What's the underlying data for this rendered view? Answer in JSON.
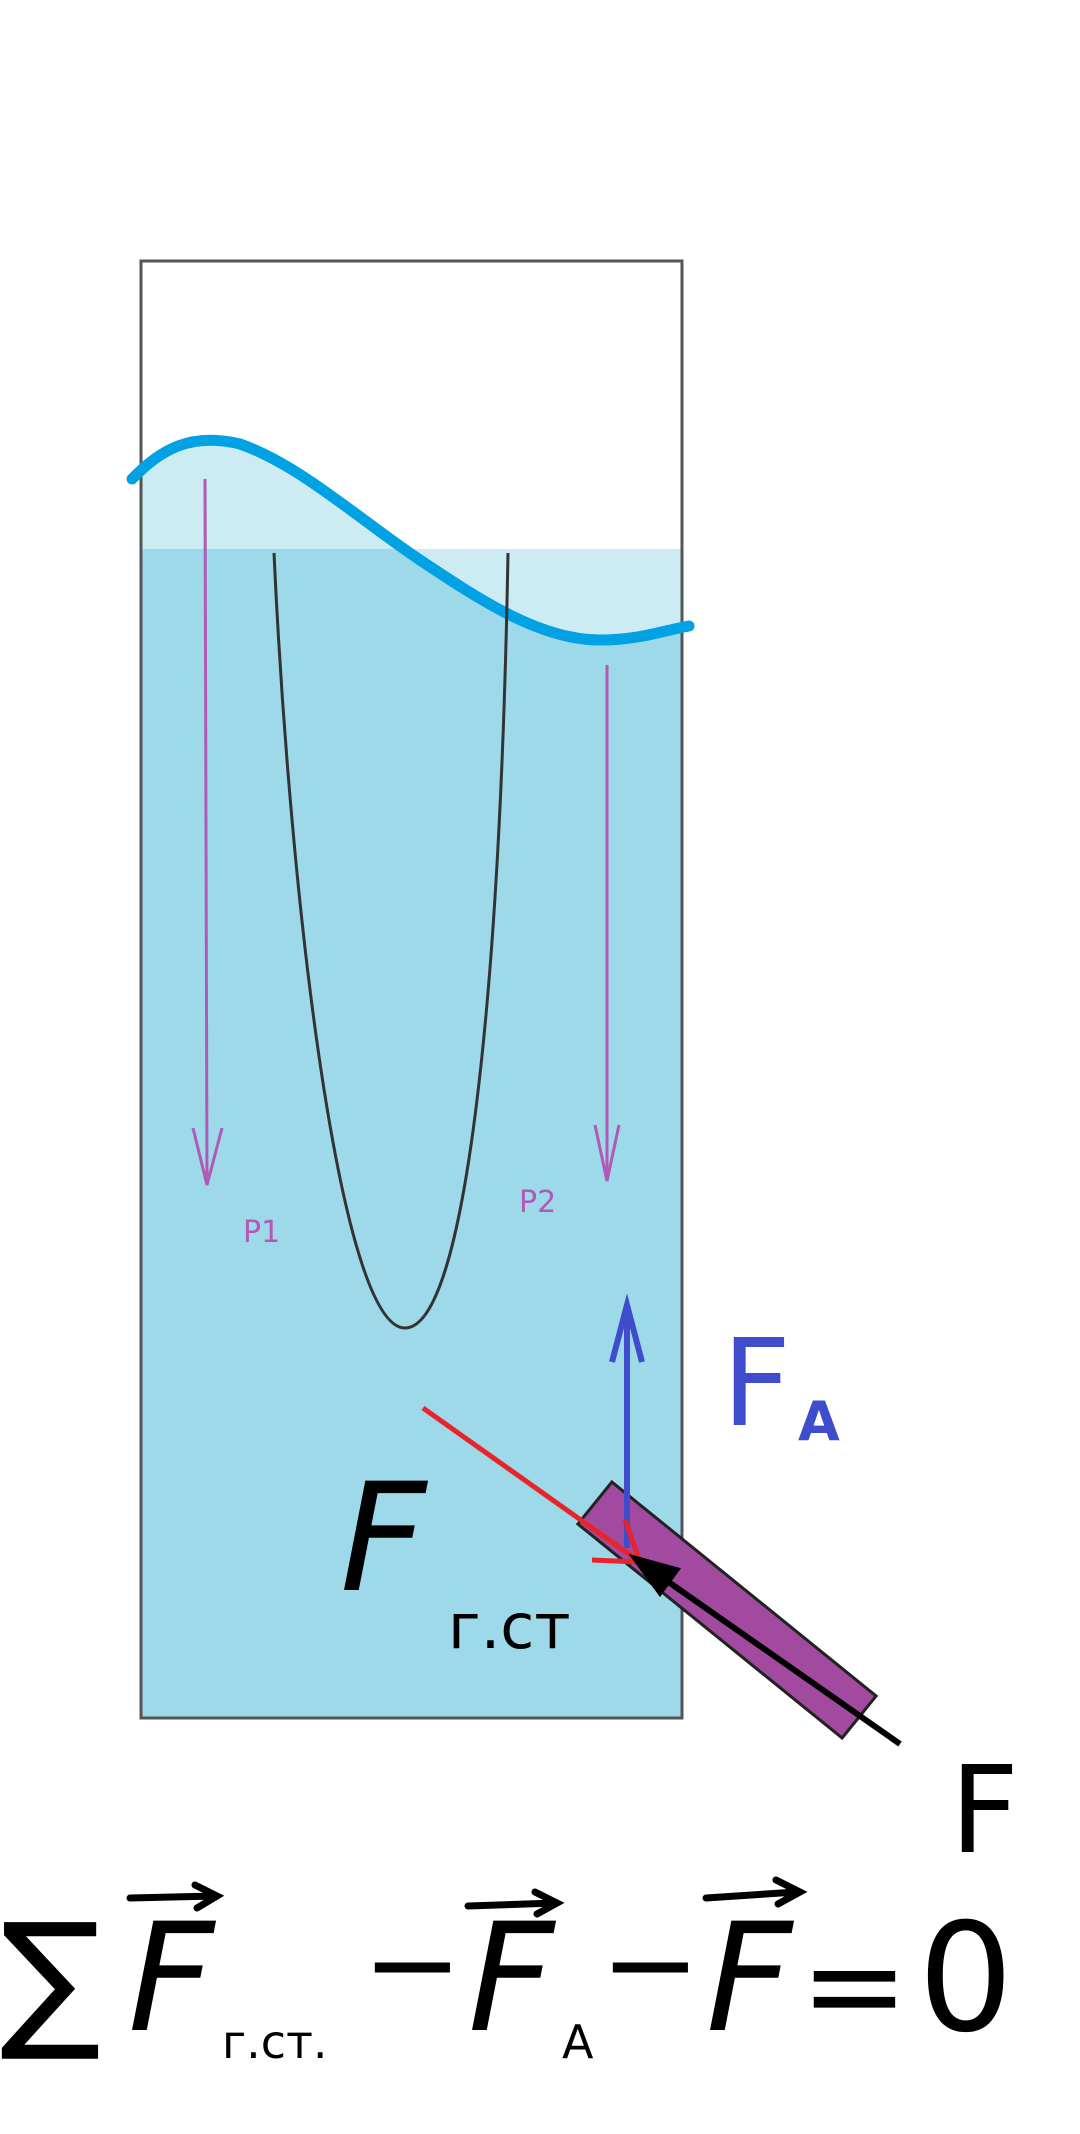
{
  "colors": {
    "water_dark": "#9dd9e9",
    "water_light": "#cdebf3",
    "wave": "#00a2e3",
    "pressure_arrows": "#b05ab5",
    "archimedes": "#3f4ccc",
    "hydrostatic": "#e8232a",
    "rod": "#a24aa0"
  },
  "labels": {
    "p1": "P1",
    "p2": "P2",
    "fa_main": "F",
    "fa_sub": "A",
    "f": "F",
    "fgst_main": "F",
    "fgst_sub": "г.ст"
  },
  "equation": {
    "sum": "∑",
    "term1": "F",
    "term1_sub": "г.ст.",
    "minus1": "−",
    "term2": "F",
    "term2_sub": "A",
    "minus2": "−",
    "term3": "F",
    "equals": "=",
    "rhs": "0"
  }
}
